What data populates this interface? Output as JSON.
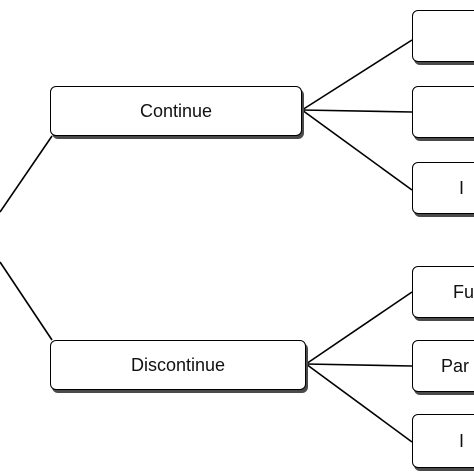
{
  "nodes": {
    "continue": {
      "label": "Continue"
    },
    "discontinue": {
      "label": "Discontinue"
    },
    "leaf_1": {
      "label": ""
    },
    "leaf_2": {
      "label": ""
    },
    "leaf_3": {
      "label": "I"
    },
    "leaf_4": {
      "label": "Fu"
    },
    "leaf_5": {
      "label": "Par"
    },
    "leaf_6": {
      "label": "I"
    }
  }
}
